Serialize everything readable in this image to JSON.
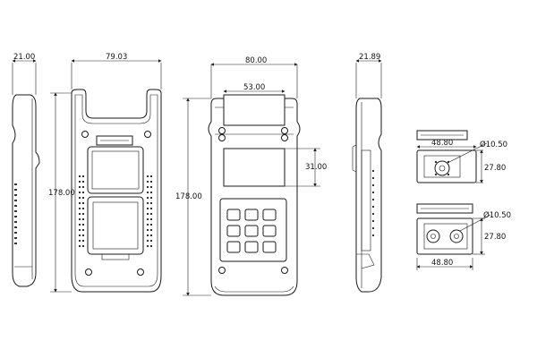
{
  "views": {
    "side_left": {
      "thickness": "21.00"
    },
    "front": {
      "width": "79.03",
      "height": "178.00"
    },
    "back": {
      "width": "80.00",
      "top_width": "53.00",
      "window_height": "31.00",
      "height": "178.00"
    },
    "side_right": {
      "thickness": "21.89"
    },
    "connector_top": {
      "width": "48.80",
      "diameter": "Ø10.50",
      "height": "27.80"
    },
    "connector_bottom": {
      "width": "48.80",
      "diameter": "Ø10.50",
      "height": "27.80"
    }
  }
}
